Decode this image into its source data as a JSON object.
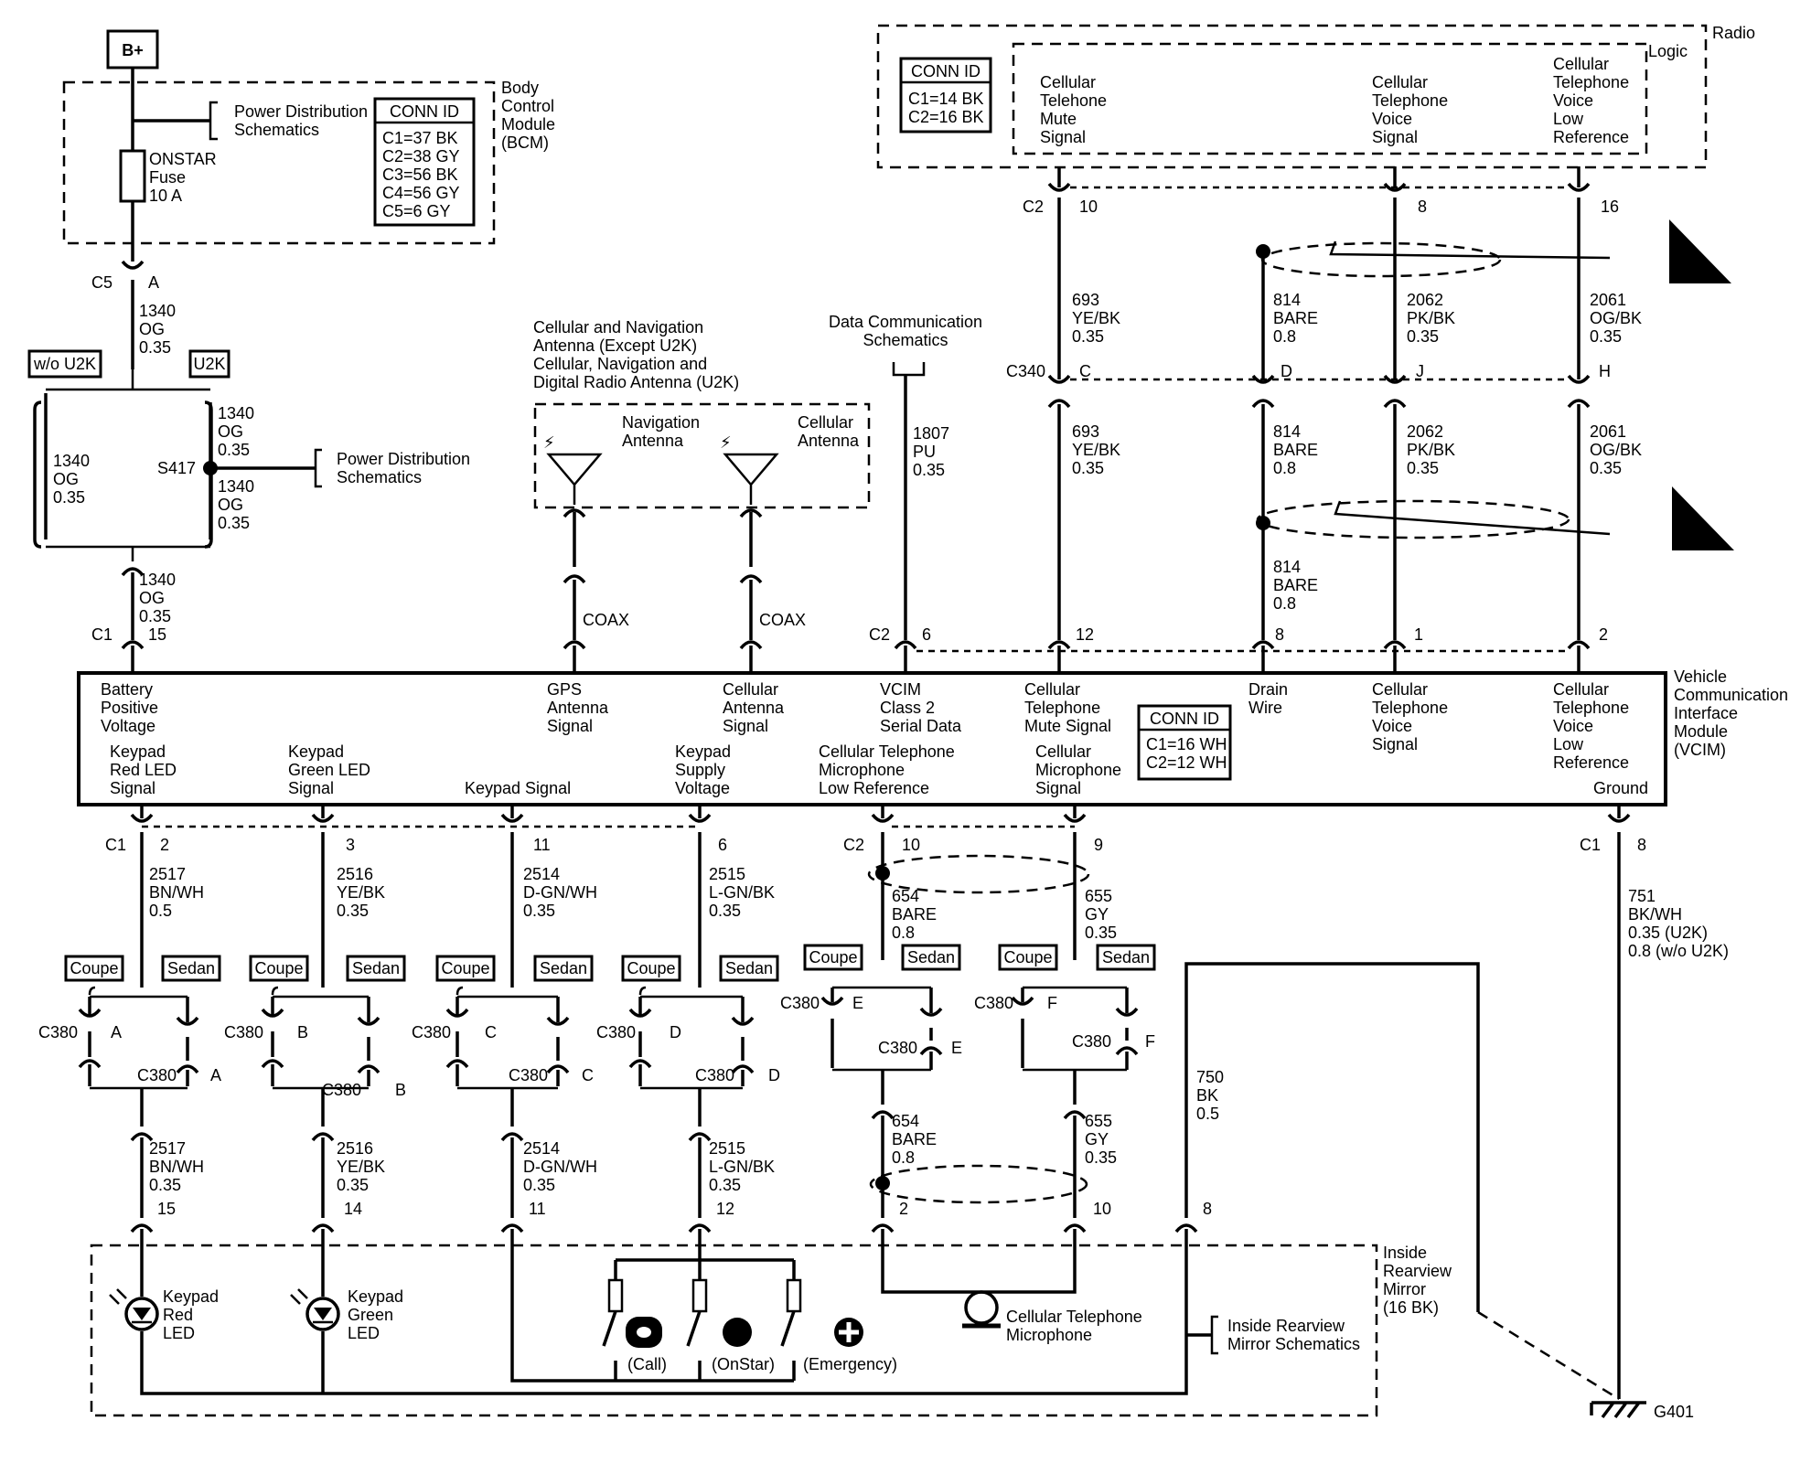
{
  "bplus": "B+",
  "bcm": {
    "name": [
      "Body",
      "Control",
      "Module",
      "(BCM)"
    ],
    "power_dist": [
      "Power Distribution",
      "Schematics"
    ],
    "fuse": [
      "ONSTAR",
      "Fuse",
      "10 A"
    ],
    "conn_title": "CONN ID",
    "conn": [
      "C1=37 BK",
      "C2=38 GY",
      "C3=56 BK",
      "C4=56 GY",
      "C5=6 GY"
    ],
    "c5": "C5",
    "pinA": "A",
    "wire": [
      "1340",
      "OG",
      "0.35"
    ]
  },
  "splice": {
    "wo_u2k": "w/o U2K",
    "u2k": "U2K",
    "left": [
      "1340",
      "OG",
      "0.35"
    ],
    "s417": "S417",
    "upper": [
      "1340",
      "OG",
      "0.35"
    ],
    "lower": [
      "1340",
      "OG",
      "0.35"
    ],
    "power_dist": [
      "Power Distribution",
      "Schematics"
    ],
    "to_vcim": [
      "1340",
      "OG",
      "0.35"
    ],
    "c1": "C1",
    "pin": "15"
  },
  "antenna": {
    "title": [
      "Cellular and Navigation",
      "Antenna (Except U2K)",
      "Cellular, Navigation and",
      "Digital Radio Antenna (U2K)"
    ],
    "nav": [
      "Navigation",
      "Antenna"
    ],
    "cell": [
      "Cellular",
      "Antenna"
    ],
    "coax": "COAX"
  },
  "data_comm": {
    "title": [
      "Data Communication",
      "Schematics"
    ],
    "wire": [
      "1807",
      "PU",
      "0.35"
    ],
    "c2": "C2",
    "pin": "6"
  },
  "radio": {
    "name": "Radio",
    "logic": "Logic",
    "conn_title": "CONN ID",
    "conn": [
      "C1=14 BK",
      "C2=16 BK"
    ],
    "mute": [
      "Cellular",
      "Telehone",
      "Mute",
      "Signal"
    ],
    "voice": [
      "Cellular",
      "Telephone",
      "Voice",
      "Signal"
    ],
    "lowref": [
      "Cellular",
      "Telephone",
      "Voice",
      "Low",
      "Reference"
    ],
    "c2": "C2",
    "pins": [
      "10",
      "8",
      "16"
    ]
  },
  "c340": {
    "label": "C340",
    "pins": [
      "C",
      "D",
      "J",
      "H"
    ],
    "upper": [
      [
        "693",
        "YE/BK",
        "0.35"
      ],
      [
        "814",
        "BARE",
        "0.8"
      ],
      [
        "2062",
        "PK/BK",
        "0.35"
      ],
      [
        "2061",
        "OG/BK",
        "0.35"
      ]
    ],
    "lower": [
      [
        "693",
        "YE/BK",
        "0.35"
      ],
      [
        "814",
        "BARE",
        "0.8"
      ],
      [
        "2062",
        "PK/BK",
        "0.35"
      ],
      [
        "2061",
        "OG/BK",
        "0.35"
      ]
    ],
    "drain": [
      "814",
      "BARE",
      "0.8"
    ],
    "vcim_pins": [
      "12",
      "8",
      "1",
      "2"
    ]
  },
  "vcim": {
    "name": [
      "Vehicle",
      "Communication",
      "Interface",
      "Module",
      "(VCIM)"
    ],
    "conn_title": "CONN ID",
    "conn": [
      "C1=16 WH",
      "C2=12 WH"
    ],
    "top_labels": [
      [
        "Battery",
        "Positive",
        "Voltage"
      ],
      [
        "GPS",
        "Antenna",
        "Signal"
      ],
      [
        "Cellular",
        "Antenna",
        "Signal"
      ],
      [
        "VCIM",
        "Class 2",
        "Serial Data"
      ],
      [
        "Cellular",
        "Telephone",
        "Mute Signal"
      ],
      [
        "Drain",
        "Wire"
      ],
      [
        "Cellular",
        "Telephone",
        "Voice",
        "Signal"
      ],
      [
        "Cellular",
        "Telephone",
        "Voice",
        "Low",
        "Reference"
      ]
    ],
    "bottom_labels": [
      [
        "Keypad",
        "Red LED",
        "Signal"
      ],
      [
        "Keypad",
        "Green LED",
        "Signal"
      ],
      [
        "Keypad Signal"
      ],
      [
        "Keypad",
        "Supply",
        "Voltage"
      ],
      [
        "Cellular Telephone",
        "Microphone",
        "Low Reference"
      ],
      [
        "Cellular",
        "Microphone",
        "Signal"
      ],
      [
        "Ground"
      ]
    ]
  },
  "lower": {
    "c1": "C1",
    "c2": "C2",
    "keypad_pins": [
      "2",
      "3",
      "11",
      "6"
    ],
    "keypad_wires": [
      [
        "2517",
        "BN/WH",
        "0.5"
      ],
      [
        "2516",
        "YE/BK",
        "0.35"
      ],
      [
        "2514",
        "D-GN/WH",
        "0.35"
      ],
      [
        "2515",
        "L-GN/BK",
        "0.35"
      ]
    ],
    "mic_pins": [
      "10",
      "9"
    ],
    "mic_wires": [
      [
        "654",
        "BARE",
        "0.8"
      ],
      [
        "655",
        "GY",
        "0.35"
      ]
    ],
    "ground_pin": "8",
    "ground_wire": [
      "751",
      "BK/WH",
      "0.35 (U2K)",
      "0.8 (w/o U2K)"
    ],
    "coupe": "Coupe",
    "sedan": "Sedan",
    "c380": "C380",
    "c380_pins": [
      "A",
      "B",
      "C",
      "D",
      "E",
      "F"
    ],
    "keypad_wires2": [
      [
        "2517",
        "BN/WH",
        "0.35"
      ],
      [
        "2516",
        "YE/BK",
        "0.35"
      ],
      [
        "2514",
        "D-GN/WH",
        "0.35"
      ],
      [
        "2515",
        "L-GN/BK",
        "0.35"
      ]
    ],
    "mic_wires2": [
      [
        "654",
        "BARE",
        "0.8"
      ],
      [
        "655",
        "GY",
        "0.35"
      ]
    ],
    "mirror_pins": [
      "15",
      "14",
      "11",
      "12",
      "2",
      "10",
      "8"
    ],
    "wire750": [
      "750",
      "BK",
      "0.5"
    ]
  },
  "mirror": {
    "name": [
      "Inside",
      "Rearview",
      "Mirror",
      "(16 BK)"
    ],
    "red_led": [
      "Keypad",
      "Red",
      "LED"
    ],
    "green_led": [
      "Keypad",
      "Green",
      "LED"
    ],
    "call": "(Call)",
    "onstar": "(OnStar)",
    "emergency": "(Emergency)",
    "mic": [
      "Cellular Telephone",
      "Microphone"
    ],
    "schem": [
      "Inside Rearview",
      "Mirror Schematics"
    ],
    "ground": "G401"
  }
}
